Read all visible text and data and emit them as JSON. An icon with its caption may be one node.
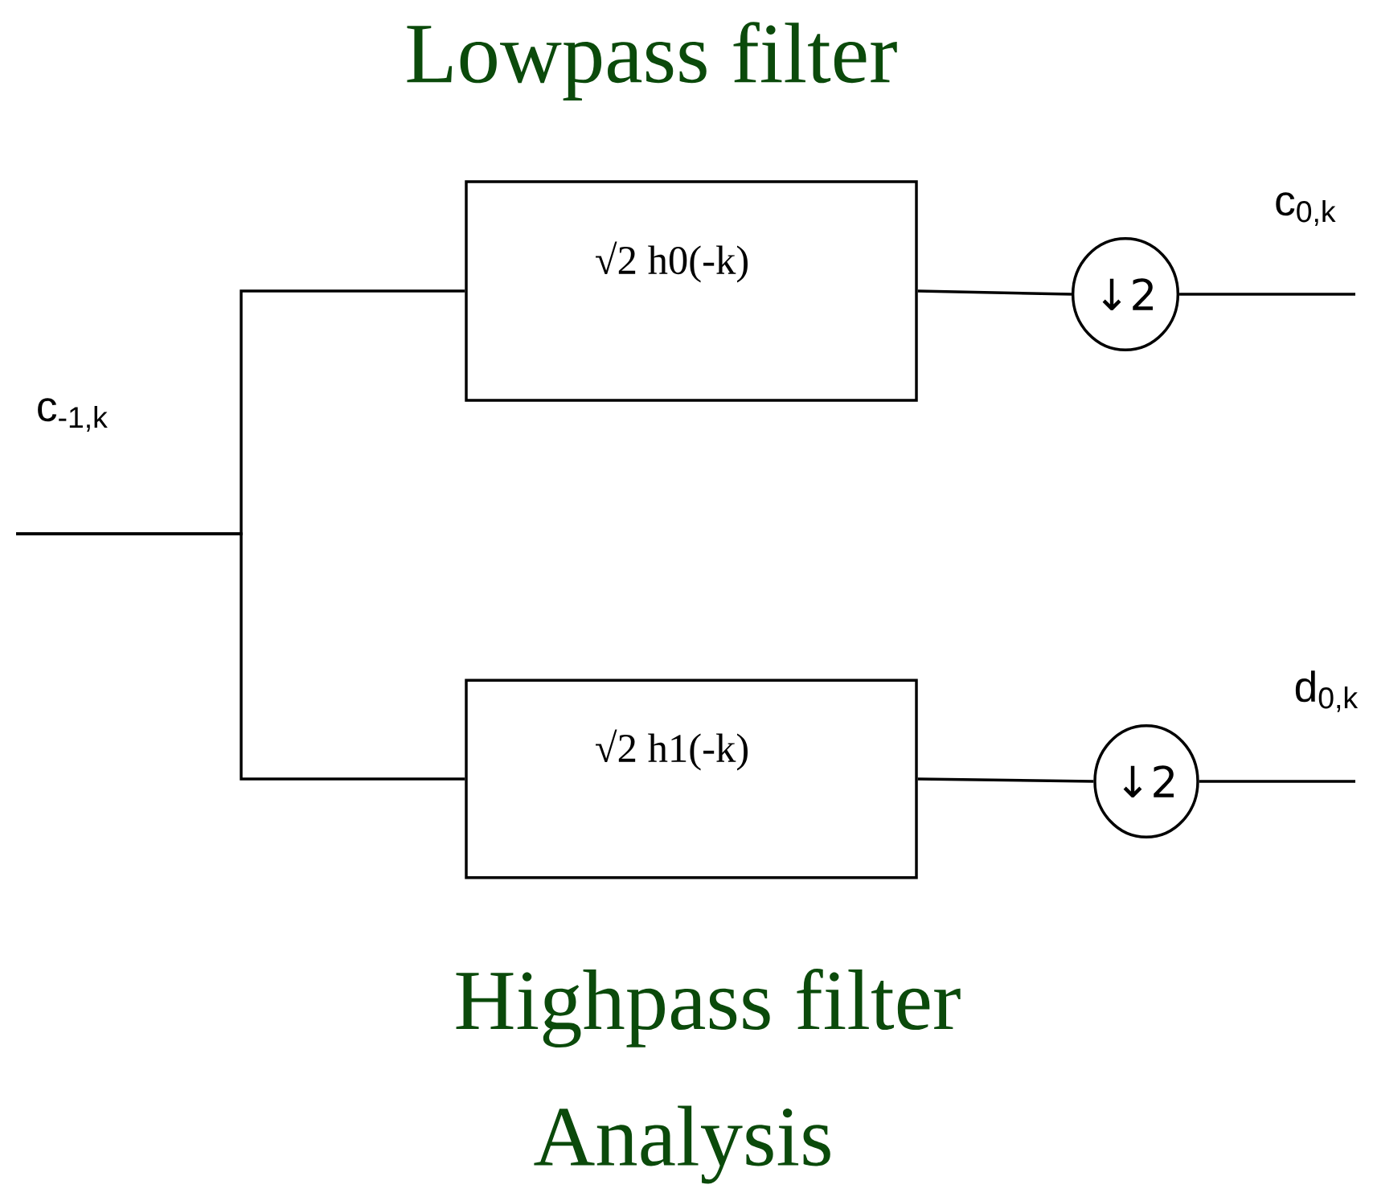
{
  "diagram": {
    "nodes": [
      {
        "text": [
          "√2 h0(-k)"
        ]
      },
      {
        "text": [
          "√2 h1(-k)"
        ]
      },
      {
        "text": [
          "↓2"
        ]
      },
      {
        "text": [
          "↓2"
        ]
      }
    ],
    "edges": [
      {
        "from": null,
        "to": 0,
        "arrow": "none"
      },
      {
        "from": null,
        "to": 1,
        "arrow": "none"
      },
      {
        "from": 0,
        "to": 2,
        "arrow": "none"
      },
      {
        "from": 1,
        "to": 3,
        "arrow": "none"
      },
      {
        "from": 2,
        "to": null,
        "arrow": "none"
      },
      {
        "from": 3,
        "to": null,
        "arrow": "none"
      }
    ],
    "labels": [
      "Lowpass filter",
      "c$_{-1,k}$",
      "c$_{0,k}$",
      "d$_{0,k}$",
      "Highpass filter",
      "Analysis"
    ]
  }
}
